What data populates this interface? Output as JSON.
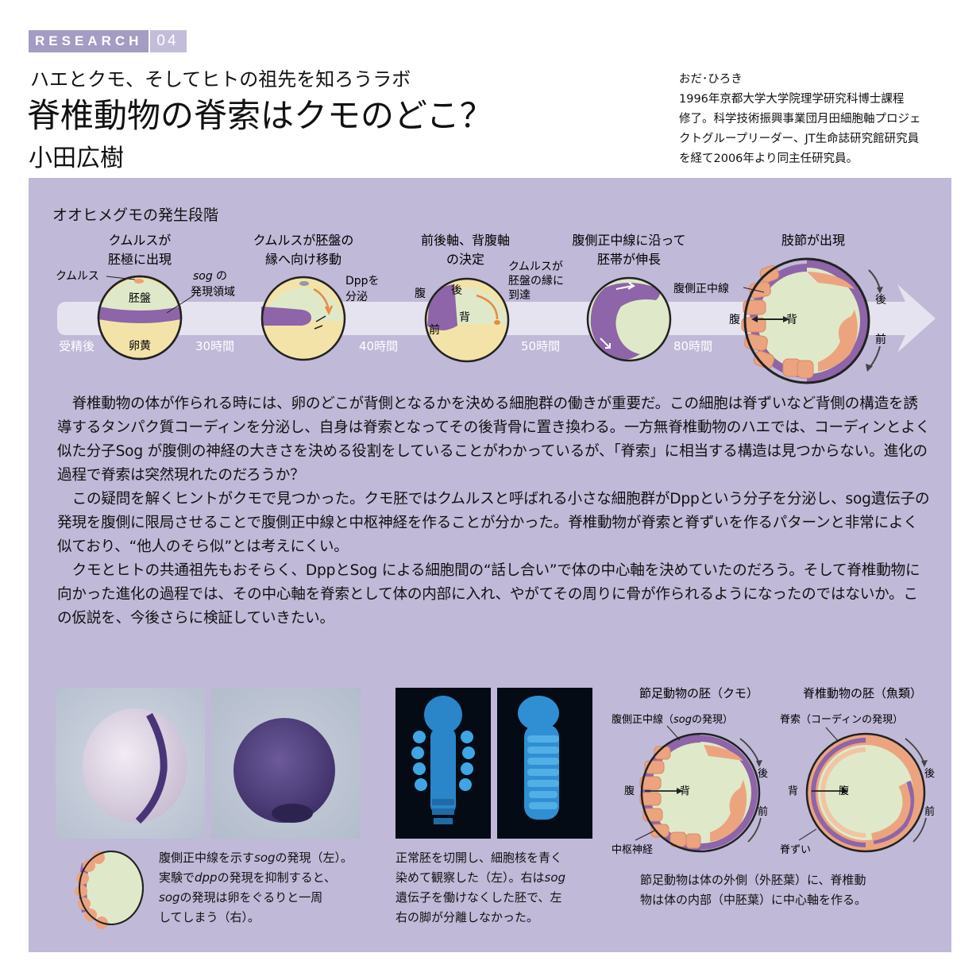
{
  "header": {
    "section": "RESEARCH",
    "number": "04",
    "subtitle": "ハエとクモ、そしてヒトの祖先を知ろうラボ",
    "title": "脊椎動物の脊索はクモのどこ？",
    "author": "小田広樹"
  },
  "bio": {
    "name": "おだ･ひろき",
    "lines": [
      "1996年京都大学大学院理学研究科博士課程",
      "修了。科学技術振興事業団月田細胞軸プロジェ",
      "クトグループリーダー、JT生命誌研究館研究員",
      "を経て2006年より同主任研究員。"
    ]
  },
  "stages_figure": {
    "title": "オオヒメグモの発生段階",
    "timeline": [
      "受精後",
      "30時間",
      "40時間",
      "50時間",
      "80時間"
    ],
    "stages": [
      {
        "caption": [
          "クムルスが",
          "胚極に出現"
        ],
        "labels": {
          "cumulus": "クムルス",
          "blastoderm": "胚盤",
          "yolk": "卵黄",
          "sog_italic": "sog",
          "sog_suffix": "の",
          "sog_region": "発現領域"
        }
      },
      {
        "caption": [
          "クムルスが胚盤の",
          "縁へ向け移動"
        ],
        "labels": {
          "dpp1": "Dppを",
          "dpp2": "分泌"
        }
      },
      {
        "caption": [
          "前後軸、背腹軸",
          "の決定"
        ],
        "labels": {
          "ventral": "腹",
          "posterior": "後",
          "dorsal": "背",
          "anterior": "前",
          "reach1": "クムルスが",
          "reach2": "胚盤の縁に",
          "reach3": "到達"
        }
      },
      {
        "caption": [
          "腹側正中線に沿って",
          "胚帯が伸長"
        ],
        "labels": {}
      },
      {
        "caption": [
          "肢節が出現"
        ],
        "labels": {
          "midline": "腹側正中線",
          "ventral": "腹",
          "dorsal": "背",
          "posterior": "後",
          "anterior": "前"
        }
      }
    ]
  },
  "article": {
    "paragraphs": [
      "脊椎動物の体が作られる時には、卵のどこが背側となるかを決める細胞群の働きが重要だ。この細胞は脊ずいなど背側の構造を誘導するタンパク質コーディンを分泌し、自身は脊索となってその後背骨に置き換わる。一方無脊椎動物のハエでは、コーディンとよく似た分子Sog が腹側の神経の大きさを決める役割をしていることがわかっているが、「脊索」に相当する構造は見つからない。進化の過程で脊索は突然現れたのだろうか？",
      "この疑問を解くヒントがクモで見つかった。クモ胚ではクムルスと呼ばれる小さな細胞群がDppという分子を分泌し、sog遺伝子の発現を腹側に限局させることで腹側正中線と中枢神経を作ることが分かった。脊椎動物が脊索と脊ずいを作るパターンと非常によく似ており、“他人のそら似”とは考えにくい。",
      "クモとヒトの共通祖先もおそらく、DppとSog による細胞間の“話し合い”で体の中心軸を決めていたのだろう。そして脊椎動物に向かった進化の過程では、その中心軸を脊索として体の内部に入れ、やがてその周りに骨が作られるようになったのではないか。この仮説を、今後さらに検証していきたい。"
    ]
  },
  "photos_left_caption": {
    "lines": [
      [
        "腹側正中線を示す",
        "sog",
        "の発現（左）。"
      ],
      [
        "実験で",
        "dpp",
        "の発現を抑制すると、"
      ],
      [
        "",
        "sog",
        "の発現は卵をぐるりと一周"
      ],
      [
        "してしまう（右）。",
        "",
        ""
      ]
    ]
  },
  "photos_mid_caption": {
    "lines": [
      [
        "正常胚を切開し、細胞核を青く",
        "",
        ""
      ],
      [
        "染めて観察した（左）。右は",
        "sog",
        ""
      ],
      [
        "遺伝子を働けなくした胚で、左",
        "",
        ""
      ],
      [
        "右の脚が分離しなかった。",
        "",
        ""
      ]
    ]
  },
  "comparison": {
    "arthropod": {
      "title": "節足動物の胚（クモ）",
      "label_top_a": "腹側正中線（",
      "label_top_b": "sog",
      "label_top_c": "の発現）",
      "ventral": "腹",
      "dorsal": "背",
      "posterior": "後",
      "anterior": "前",
      "bottom": "中枢神経"
    },
    "vertebrate": {
      "title": "脊椎動物の胚（魚類）",
      "label_top": "脊索（コーディンの発現）",
      "dorsal": "背",
      "ventral": "腹",
      "posterior": "後",
      "anterior": "前",
      "bottom": "脊ずい"
    },
    "caption": [
      "節足動物は体の外側（外胚葉）に、脊椎動",
      "物は体の内部（中胚葉）に中心軸を作る。"
    ]
  },
  "colors": {
    "panel": "#c0b9d8",
    "badge": "#a49cc2",
    "purple": "#8e65a8",
    "green": "#dfe9c9",
    "yellow": "#f3e3a9",
    "salmon": "#eca47f",
    "arrow": "#e6e3f0"
  }
}
